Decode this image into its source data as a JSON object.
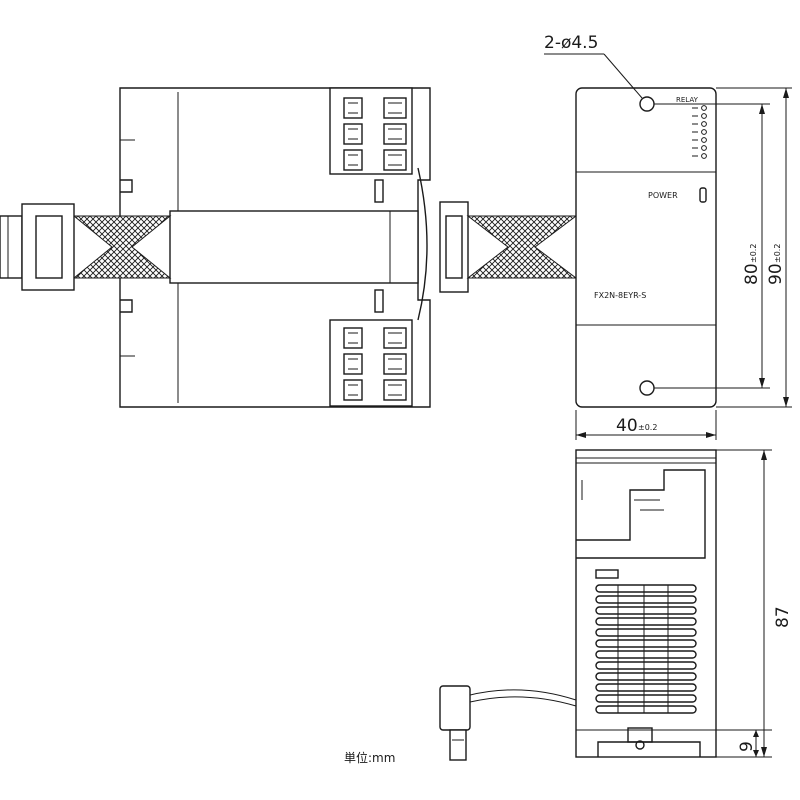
{
  "labels": {
    "hole_callout": "2-ø4.5",
    "power_label": "POWER",
    "model_label": "FX2N-8EYR-S",
    "led_label": "RELAY",
    "unit_label": "単位:mm"
  },
  "dimensions": {
    "width": {
      "value": "40",
      "tol": "±0.2"
    },
    "hole_pitch": {
      "value": "80",
      "tol": "±0.2"
    },
    "height": {
      "value": "90",
      "tol": "±0.2"
    },
    "depth": {
      "value": "87"
    },
    "rail": {
      "value": "9"
    }
  }
}
